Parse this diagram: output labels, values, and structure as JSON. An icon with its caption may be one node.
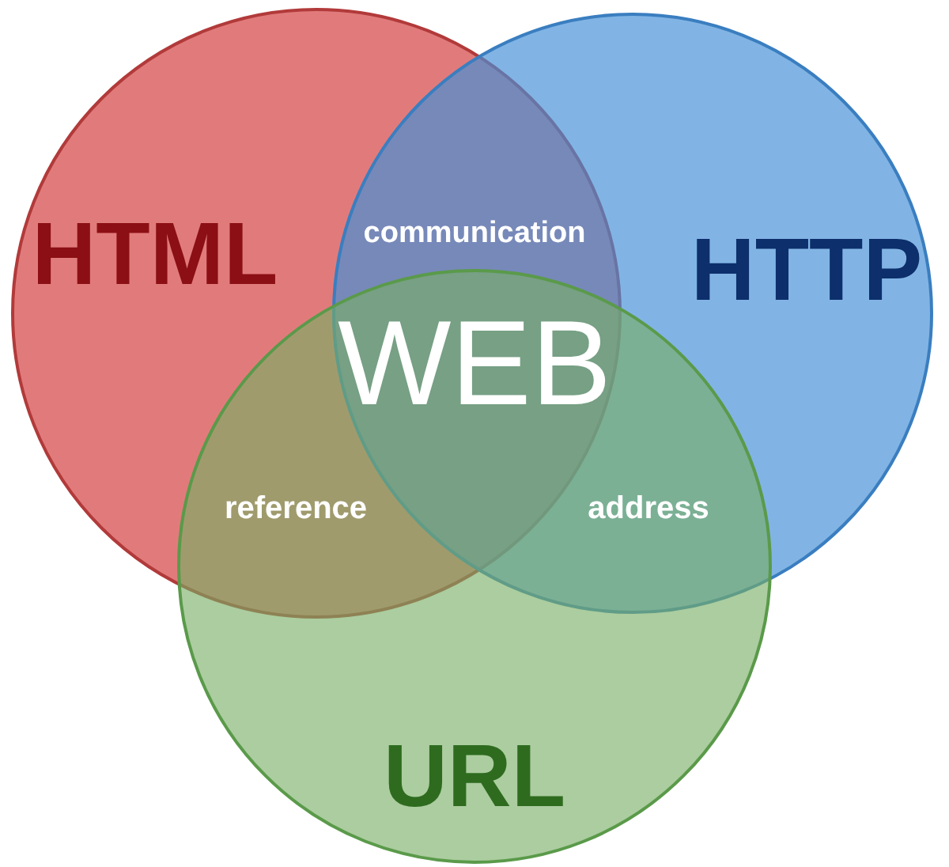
{
  "diagram": {
    "nodes": [
      {
        "text": [
          "HTML"
        ]
      },
      {
        "text": [
          "HTTP"
        ]
      },
      {
        "text": [
          "URL"
        ]
      }
    ],
    "labels": [
      "communication",
      "WEB",
      "reference",
      "address"
    ]
  }
}
